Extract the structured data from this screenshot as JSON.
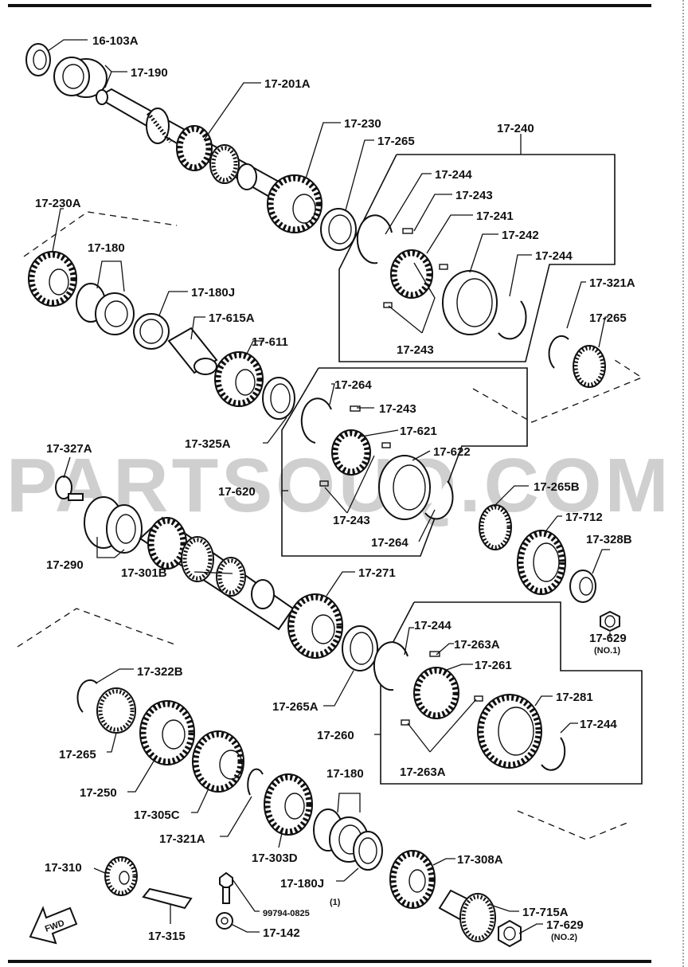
{
  "labels": {
    "l1": "16-103A",
    "l2": "17-190",
    "l3": "17-201A",
    "l4": "17-230",
    "l5": "17-265",
    "l6": "17-240",
    "l7": "17-244",
    "l8": "17-243",
    "l9": "17-241",
    "l10": "17-242",
    "l11": "17-244",
    "l12": "17-243",
    "l13": "17-230A",
    "l14": "17-180",
    "l15": "17-180J",
    "l16": "17-615A",
    "l17": "17-611",
    "l18": "17-321A",
    "l19": "17-265",
    "l20": "17-325A",
    "l21": "17-264",
    "l22": "17-243",
    "l23": "17-621",
    "l24": "17-622",
    "l25": "17-620",
    "l26": "17-243",
    "l27": "17-264",
    "l28": "17-327A",
    "l29": "17-290",
    "l30": "17-265B",
    "l31": "17-712",
    "l32": "17-328B",
    "l33": "17-301B",
    "l34": "17-271",
    "l35": "17-629",
    "l35b": "(NO.1)",
    "l36": "17-244",
    "l37": "17-263A",
    "l38": "17-261",
    "l39": "17-281",
    "l40": "17-244",
    "l41": "17-263A",
    "l42": "17-260",
    "l43": "17-322B",
    "l44": "17-265A",
    "l45": "17-265",
    "l46": "17-250",
    "l47": "17-305C",
    "l48": "17-180",
    "l49": "17-321A",
    "l50": "17-303D",
    "l51": "17-180J",
    "l52": "17-308A",
    "l53": "17-310",
    "l54": "17-715A",
    "l55": "(1)",
    "l56": "99794-0825",
    "l57": "17-142",
    "l58": "17-629",
    "l58b": "(NO.2)",
    "l59": "17-315"
  },
  "fwd_label": "FWD",
  "watermark": "PARTSOUQ.COM"
}
